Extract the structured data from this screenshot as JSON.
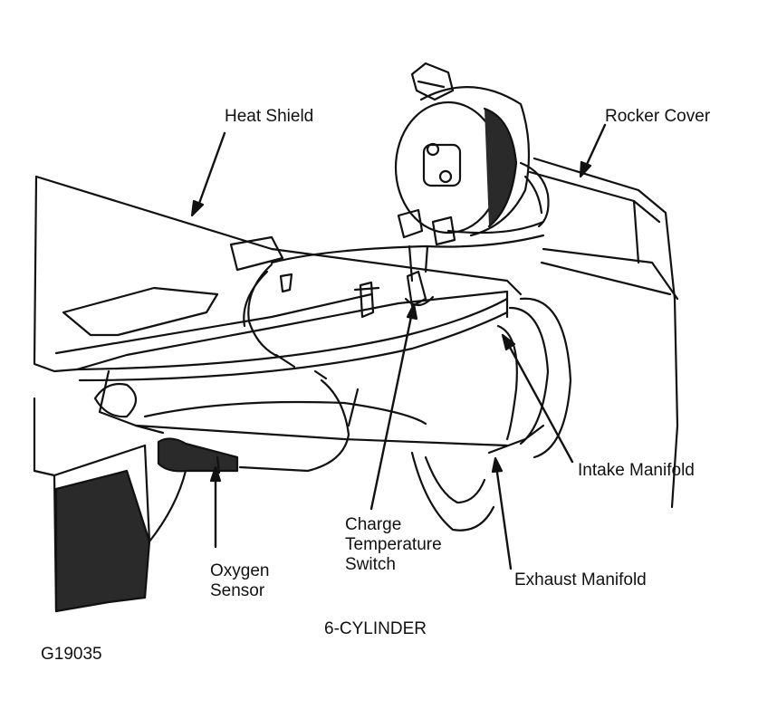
{
  "labels": {
    "heat_shield": "Heat Shield",
    "rocker_cover": "Rocker Cover",
    "intake_manifold": "Intake Manifold",
    "exhaust_manifold": "Exhaust Manifold",
    "charge_temp_switch": [
      "Charge",
      "Temperature",
      "Switch"
    ],
    "oxygen_sensor": [
      "Oxygen",
      "Sensor"
    ]
  },
  "caption": "6-CYLINDER",
  "figure_id": "G19035",
  "colors": {
    "ink": "#111111",
    "paper": "#ffffff",
    "shade": "#2a2a2a"
  }
}
